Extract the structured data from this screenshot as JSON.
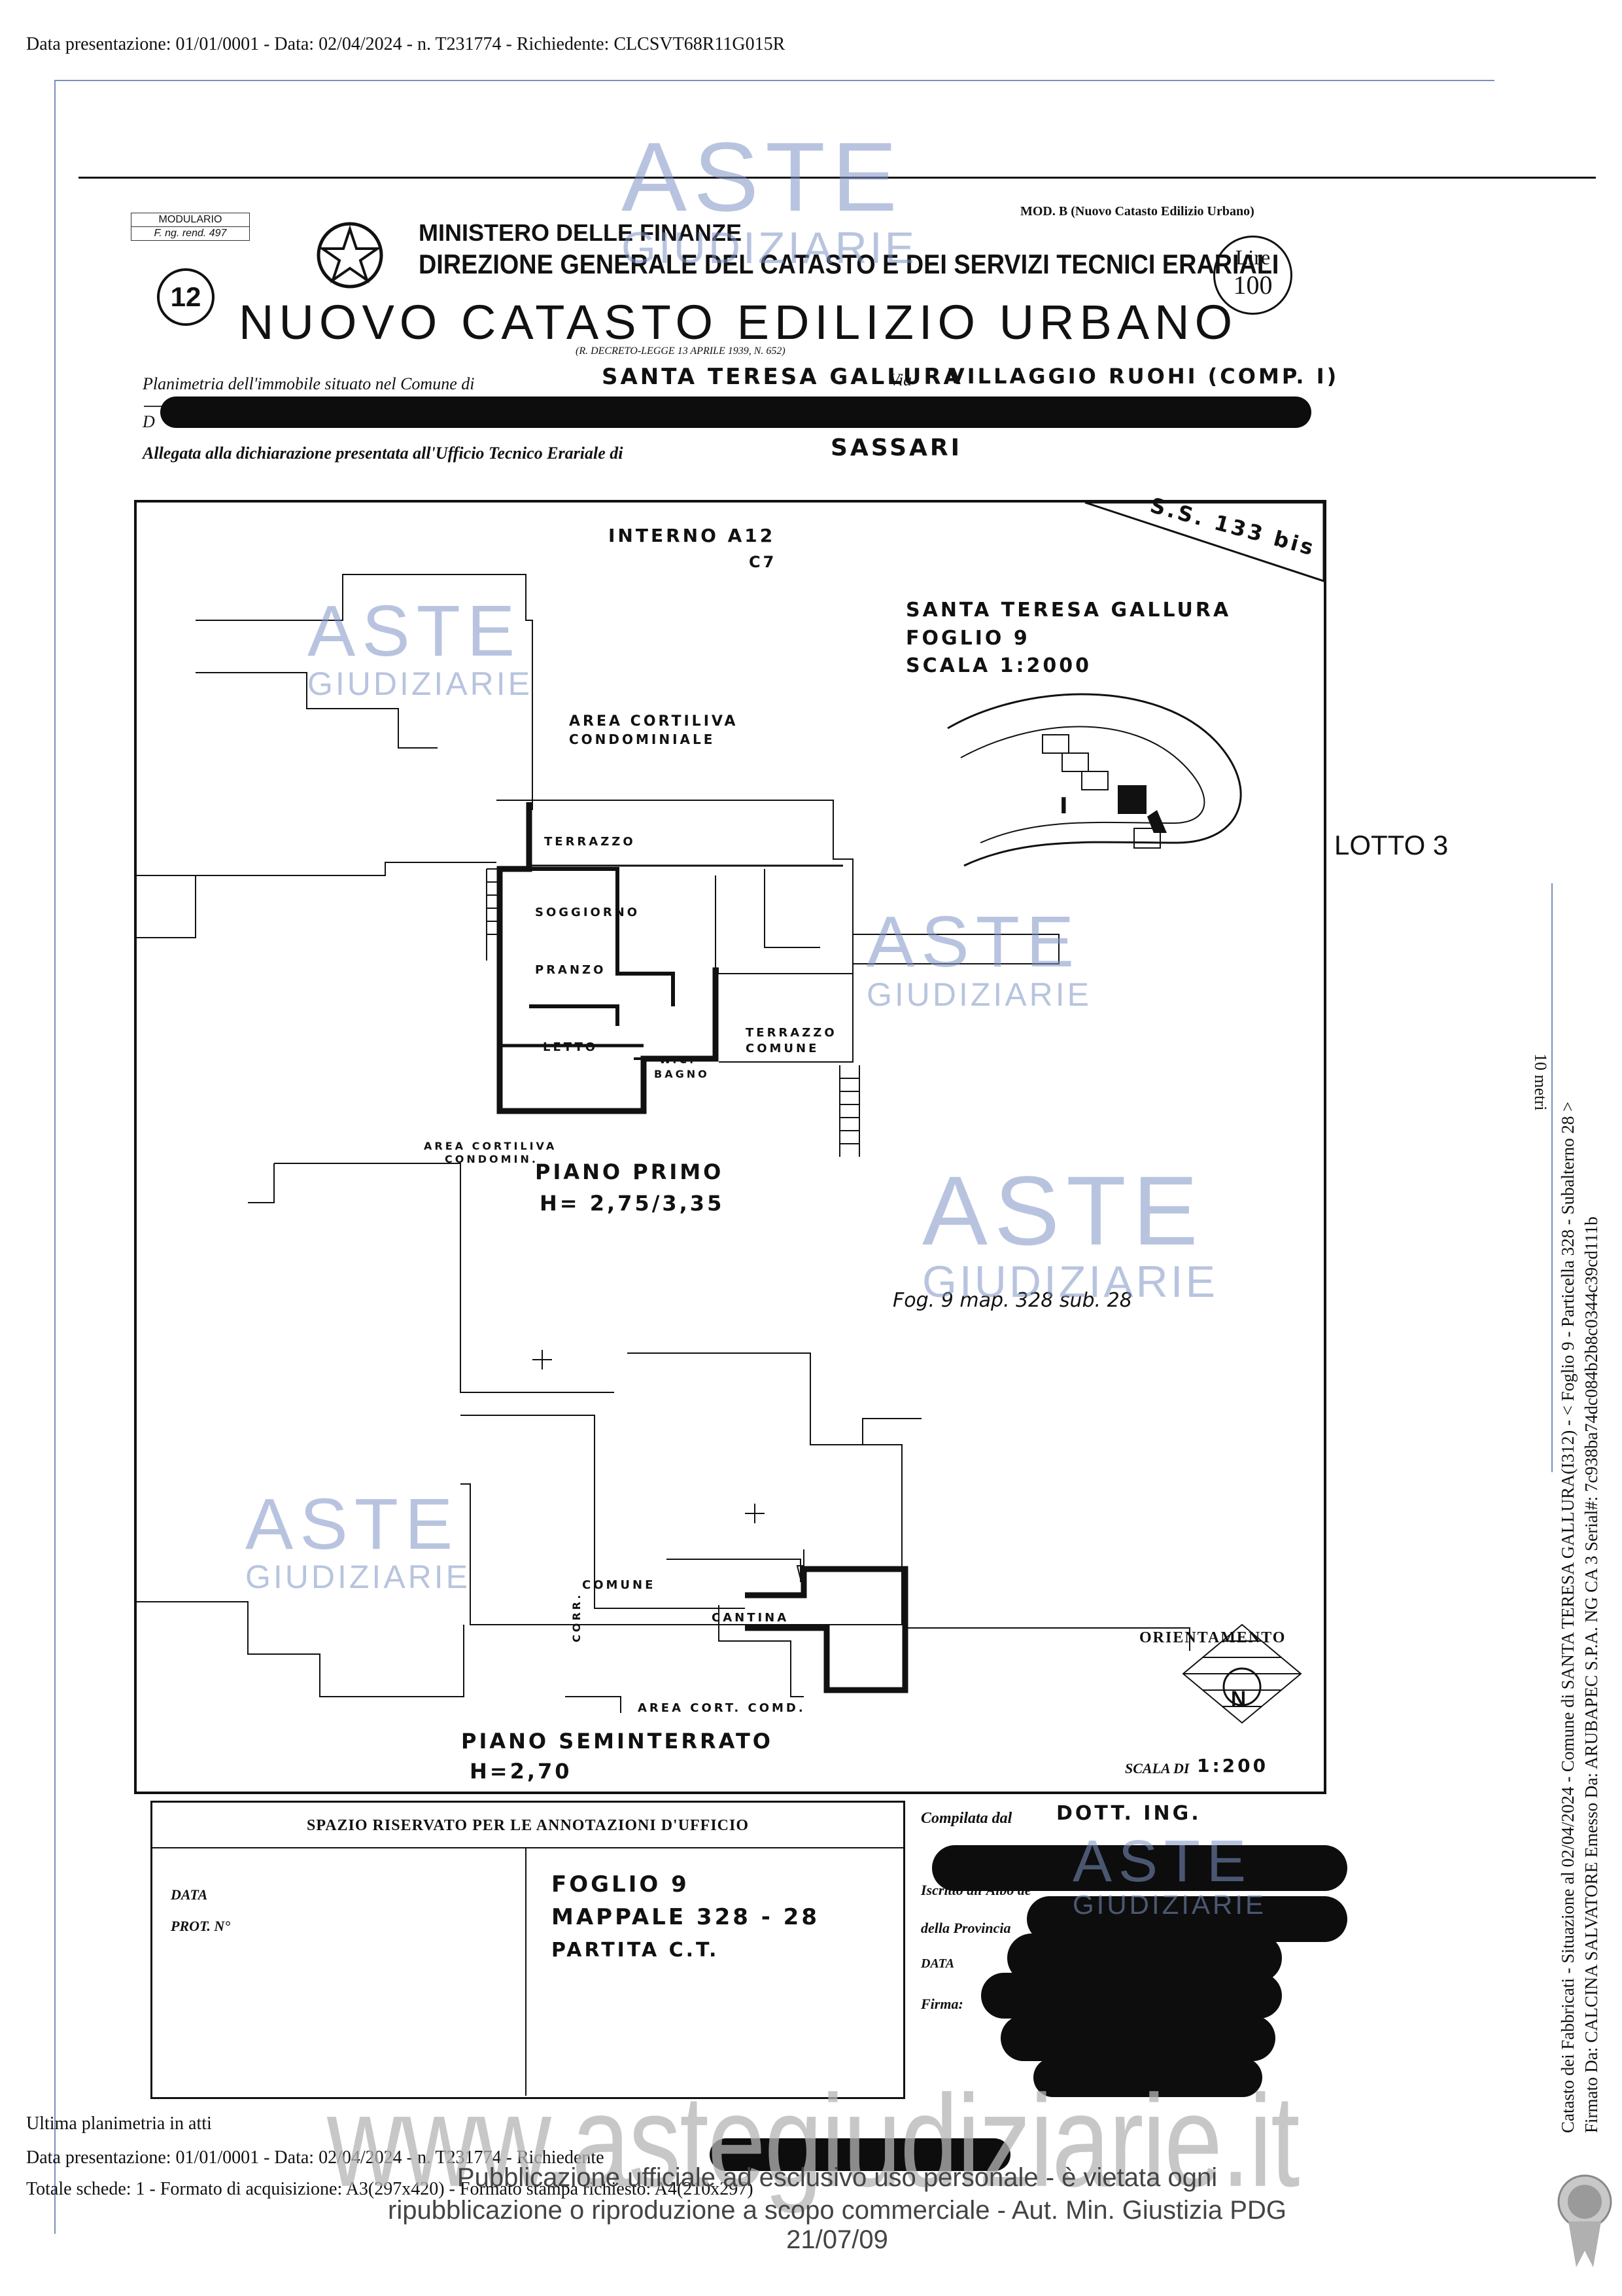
{
  "header_line": "Data presentazione: 01/01/0001 - Data: 02/04/2024 - n. T231774 - Richiedente: CLCSVT68R11G015R",
  "form": {
    "modulario": "MODULARIO",
    "modulario_code": "F. ng. rend.   497",
    "number_circle": "12",
    "ministry": "MINISTERO DELLE FINANZE",
    "direction": "DIREZIONE GENERALE DEL CATASTO E DEI SERVIZI TECNICI ERARIALI",
    "mod": "MOD. B (Nuovo Catasto Edilizio Urbano)",
    "title": "NUOVO CATASTO EDILIZIO URBANO",
    "decree": "(R. DECRETO-LEGGE 13 APRILE 1939, N. 652)",
    "lire_label": "Lire",
    "lire_value": "100",
    "planimetria_label": "Planimetria dell'immobile situato nel Comune di",
    "comune_value": "SANTA TERESA GALLURA",
    "via_label": "Via",
    "via_value": "VILLAGGIO RUOHI (COMP. I)",
    "ditta_label": "D",
    "allegata_label": "Allegata alla dichiarazione presentata all'Ufficio Tecnico Erariale di",
    "ufficio_value": "SASSARI"
  },
  "plan": {
    "road": "S.S. 133 bis",
    "interno": "INTERNO A12",
    "c7": "C7",
    "location_title": "SANTA TERESA GALLURA",
    "foglio": "FOGLIO 9",
    "scala": "SCALA 1:2000",
    "area_cortiliva": "AREA CORTILIVA",
    "condominiale": "CONDOMINIALE",
    "terrazzo": "TERRAZZO",
    "soggiorno": "SOGGIORNO",
    "pranzo": "PRANZO",
    "letto": "LETTO",
    "wc": "W.C.",
    "bagno": "BAGNO",
    "terrazzo_comune_1": "TERRAZZO",
    "terrazzo_comune_2": "COMUNE",
    "area_cort_condom_1": "AREA CORTILIVA",
    "area_cort_condom_2": "CONDOMIN.",
    "piano_primo": "PIANO PRIMO",
    "h_primo": "H= 2,75/3,35",
    "fog_ref": "Fog. 9 map. 328 sub. 28",
    "comune": "COMUNE",
    "corr": "CORR.",
    "cantina": "CANTINA",
    "area_cort_comd": "AREA CORT. COMD.",
    "piano_seminterrato": "PIANO SEMINTERRATO",
    "h_semi": "H=2,70",
    "orientamento": "ORIENTAMENTO",
    "north": "N",
    "scala_di": "SCALA DI",
    "scala_di_value": "1:200",
    "roman_i": "I",
    "lotto": "LOTTO 3",
    "dieci_metri": "10 metri"
  },
  "annotations": {
    "spazio": "SPAZIO RISERVATO PER LE ANNOTAZIONI D'UFFICIO",
    "data_label": "DATA",
    "prot_label": "PROT. N°",
    "foglio": "FOGLIO 9",
    "mappale": "MAPPALE 328 - 28",
    "partita": "PARTITA C.T.",
    "compilata_label": "Compilata dal",
    "compilata_value": "DOTT. ING.",
    "iscritto_label": "Iscritto all'Albo de",
    "provincia_label": "della Provincia",
    "data2_label": "DATA",
    "firma_label": "Firma:"
  },
  "footer": {
    "ultima": "Ultima planimetria in atti",
    "line2": "Data presentazione: 01/01/0001 - Data: 02/04/2024 - n. T231774 - Richiedente",
    "line3": "Totale schede: 1 - Formato di acquisizione: A3(297x420) - Formato stampa richiesto: A4(210x297)",
    "website": "www.astegiudiziarie.it",
    "pub1": "Pubblicazione ufficiale ad esclusivo uso personale - è vietata ogni",
    "pub2": "ripubblicazione o riproduzione a scopo commerciale - Aut. Min. Giustizia PDG 21/07/09"
  },
  "side_text": {
    "line1": "Catasto dei Fabbricati - Situazione al 02/04/2024 - Comune di SANTA TERESA GALLURA(I312) - < Foglio 9 - Particella 328 - Subalterno 28 >",
    "line2": "Firmato Da: CALCINA SALVATORE Emesso Da: ARUBAPEC S.P.A. NG CA 3 Serial#: 7c938ba74dc084b2b8c0344c39cd111b"
  },
  "watermark": {
    "aste": "ASTE",
    "giudiziarie": "GIUDIZIARIE"
  }
}
